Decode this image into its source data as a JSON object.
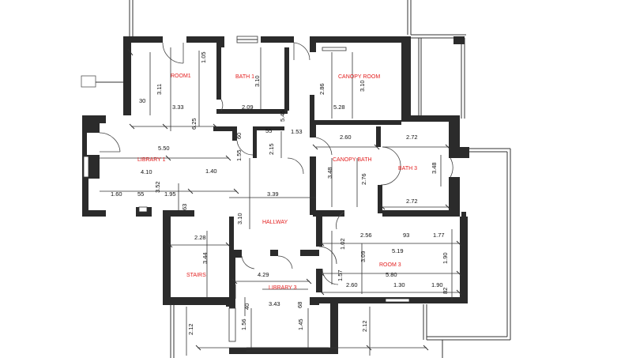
{
  "rooms": {
    "room1": "ROOM1",
    "bath1": "BATH 1",
    "canopy_room": "CANOPY ROOM",
    "library1": "LIBRARY 1",
    "canopy_bath": "CANOPY BATH",
    "bath3": "BATH 3",
    "hallway": "HALLWAY",
    "stairs": "STAIRS",
    "room3": "ROOM 3",
    "library3": "LIBRARY 3"
  },
  "dims": {
    "d_105": "1.05",
    "d_311": "3.11",
    "d_310b": "3.10",
    "d_30": "30",
    "d_333": "3.33",
    "d_209": "2.09",
    "d_545": "5.45",
    "d_286": "2.86",
    "d_310c": "3.10",
    "d_528": "5.28",
    "d_625": "6.25",
    "d_55a": "55",
    "d_153": "1.53",
    "d_60": "60",
    "d_215": "2.15",
    "d_550": "5.50",
    "d_260a": "2.60",
    "d_272a": "2.72",
    "d_410": "4.10",
    "d_352": "3.52",
    "d_140": "1.40",
    "d_155": "1.55",
    "d_348a": "3.48",
    "d_276": "2.76",
    "d_348b": "3.48",
    "d_160": "1.60",
    "d_55b": "55",
    "d_195": "1.95",
    "d_339": "3.39",
    "d_272b": "2.72",
    "d_63": "63",
    "d_310h": "3.10",
    "d_228": "2.28",
    "d_256": "2.56",
    "d_93": "93",
    "d_177": "1.77",
    "d_102": "1.02",
    "d_519": "5.19",
    "d_344": "3.44",
    "d_309": "3.09",
    "d_190a": "1.90",
    "d_429": "4.29",
    "d_580": "5.80",
    "d_157": "1.57",
    "d_260b": "2.60",
    "d_130": "1.30",
    "d_190b": "1.90",
    "d_82": "82",
    "d_40": "40",
    "d_343": "3.43",
    "d_68": "68",
    "d_212a": "2.12",
    "d_156": "1.56",
    "d_145": "1.45",
    "d_212b": "2.12"
  }
}
